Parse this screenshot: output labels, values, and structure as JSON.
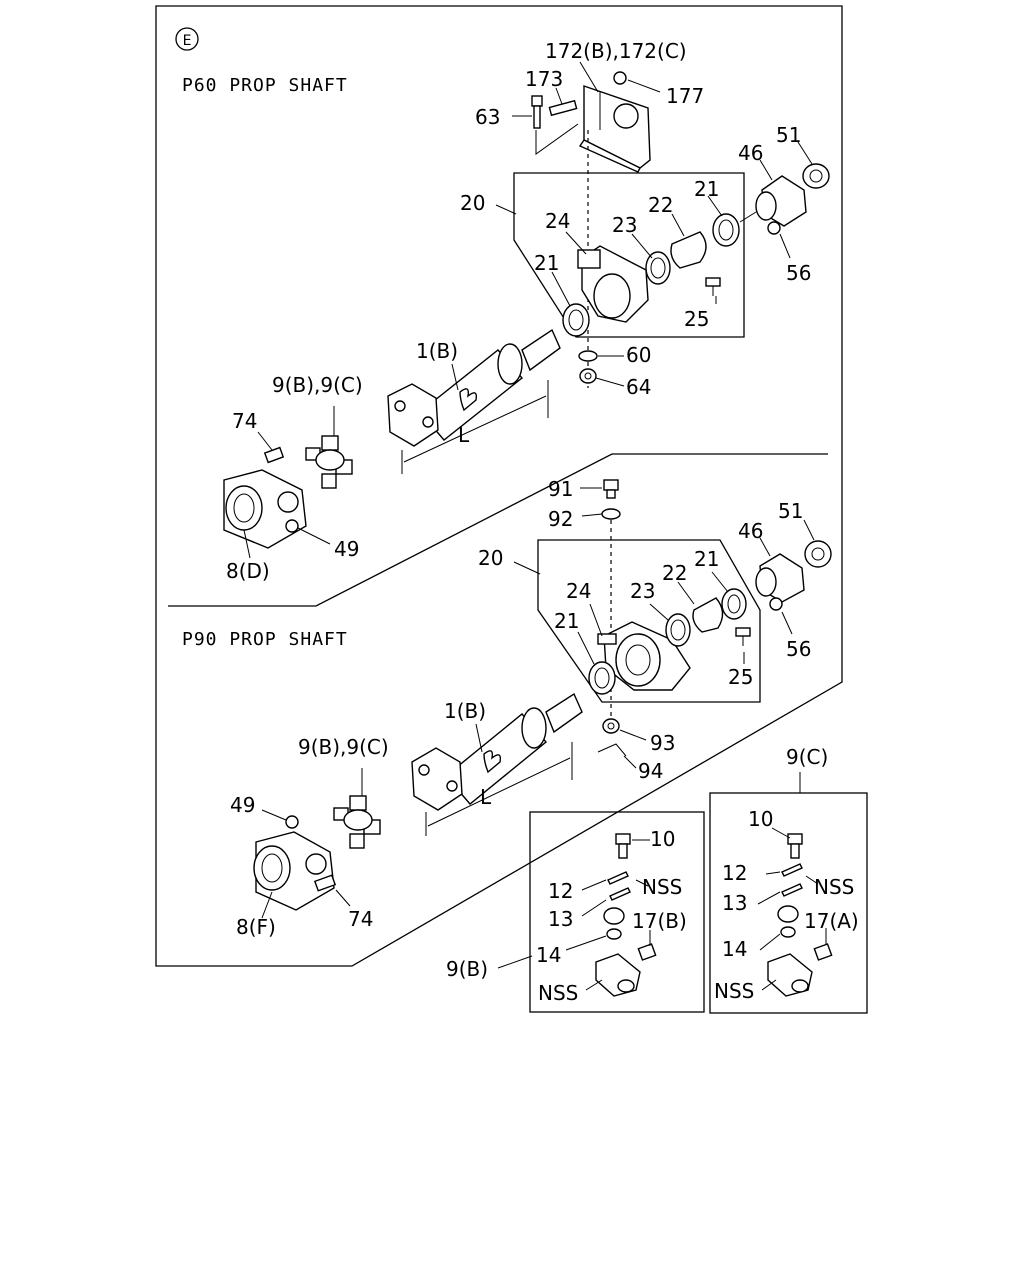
{
  "diagram": {
    "section_marker": "E",
    "p60": {
      "title": "P60 PROP SHAFT",
      "labels": {
        "l172": "172(B),172(C)",
        "l173": "173",
        "l177": "177",
        "l63": "63",
        "l20": "20",
        "l24": "24",
        "l23": "23",
        "l22": "22",
        "l21a": "21",
        "l46": "46",
        "l51": "51",
        "l56": "56",
        "l21b": "21",
        "l25": "25",
        "l60": "60",
        "l64": "64",
        "l1b": "1(B)",
        "l9": "9(B),9(C)",
        "l74": "74",
        "lL": "L",
        "l49": "49",
        "l8": "8(D)"
      }
    },
    "p90": {
      "title": "P90 PROP SHAFT",
      "labels": {
        "l91": "91",
        "l92": "92",
        "l20": "20",
        "l46": "46",
        "l51": "51",
        "l21a": "21",
        "l22": "22",
        "l24": "24",
        "l23": "23",
        "l21b": "21",
        "l56": "56",
        "l25": "25",
        "l1b": "1(B)",
        "l93": "93",
        "l94": "94",
        "l9": "9(B),9(C)",
        "l49": "49",
        "lL": "L",
        "l74": "74",
        "l8": "8(F)"
      }
    },
    "detail_b": {
      "title": "9(B)",
      "labels": {
        "l10": "10",
        "l12": "12",
        "lnss1": "NSS",
        "l13": "13",
        "l17": "17(B)",
        "l14": "14",
        "lnss2": "NSS"
      }
    },
    "detail_c": {
      "title": "9(C)",
      "labels": {
        "l10": "10",
        "l12": "12",
        "lnss1": "NSS",
        "l13": "13",
        "l17": "17(A)",
        "l14": "14",
        "lnss2": "NSS"
      }
    }
  }
}
